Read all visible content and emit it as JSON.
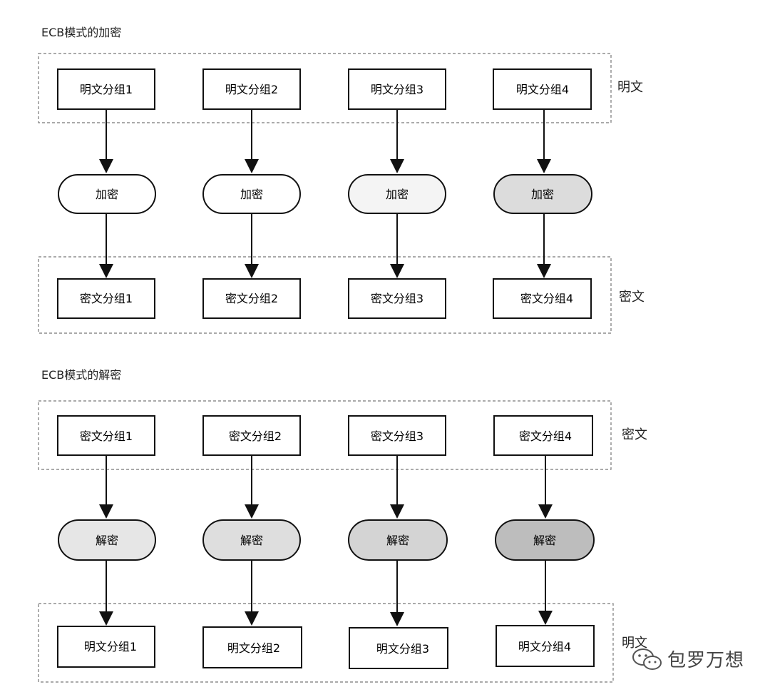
{
  "encryption": {
    "title": "ECB模式的加密",
    "top_group_label": "明文",
    "bottom_group_label": "密文",
    "top_blocks": [
      "明文分组1",
      "明文分组2",
      "明文分组3",
      "明文分组4"
    ],
    "process_label": "加密",
    "bottom_blocks": [
      "密文分组1",
      "密文分组2",
      "密文分组3",
      "密文分组4"
    ],
    "process_fills": [
      "#ffffff",
      "#ffffff",
      "#f4f4f4",
      "#dcdcdc"
    ]
  },
  "decryption": {
    "title": "ECB模式的解密",
    "top_group_label": "密文",
    "bottom_group_label": "明文",
    "top_blocks": [
      "密文分组1",
      "密文分组2",
      "密文分组3",
      "密文分组4"
    ],
    "process_label": "解密",
    "bottom_blocks": [
      "明文分组1",
      "明文分组2",
      "明文分组3",
      "明文分组4"
    ],
    "process_fills": [
      "#e6e6e6",
      "#dedede",
      "#d4d4d4",
      "#bdbdbd"
    ]
  },
  "watermark": {
    "text": "包罗万想",
    "icon": "wechat-icon"
  }
}
